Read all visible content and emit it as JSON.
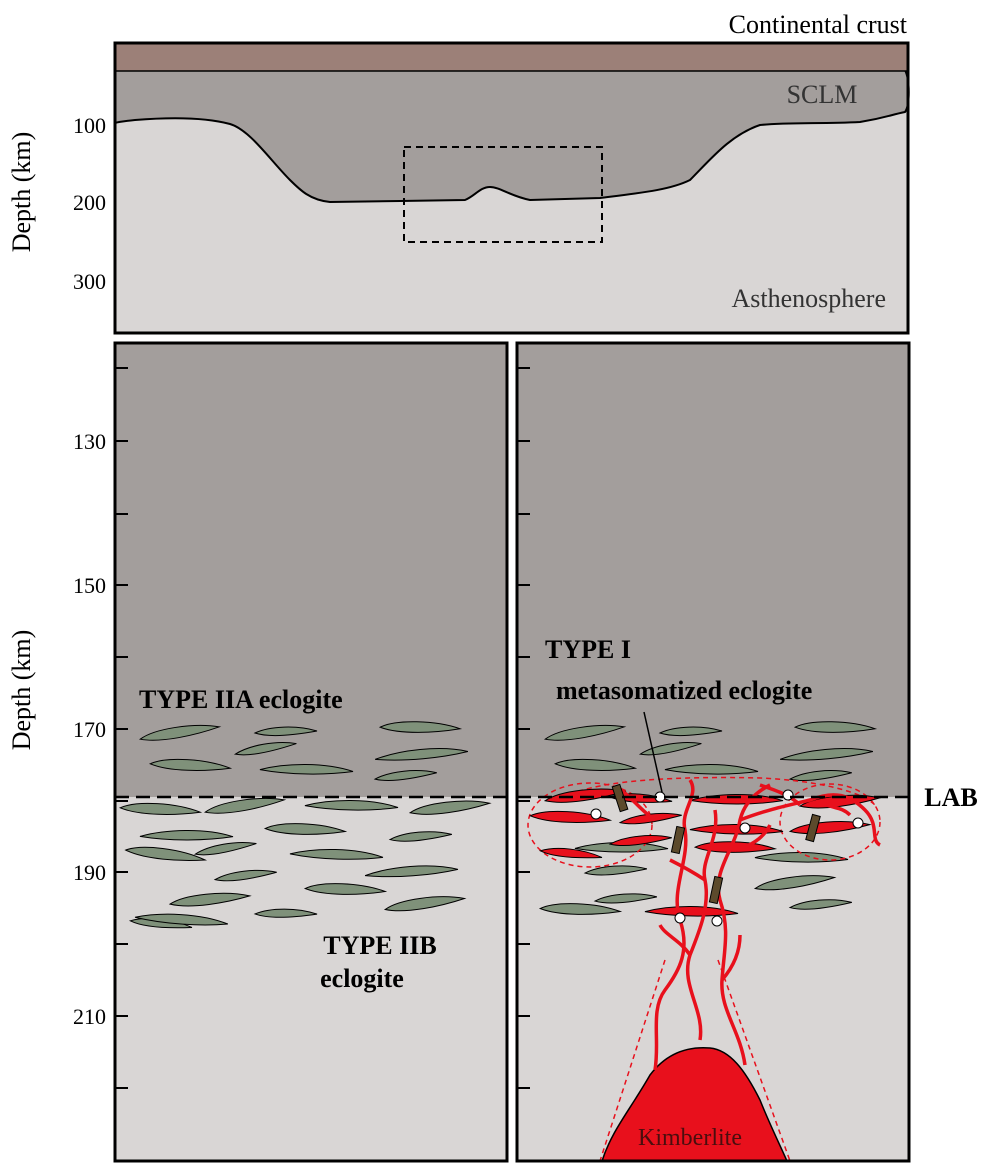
{
  "top_panel": {
    "crust_label": "Continental crust",
    "sclm_label": "SCLM",
    "asthenosphere_label": "Asthenosphere",
    "y_axis_label": "Depth (km)",
    "ticks": [
      "100",
      "200",
      "300"
    ]
  },
  "bottom_panels": {
    "y_axis_label": "Depth (km)",
    "ticks": [
      "130",
      "150",
      "170",
      "190",
      "210"
    ],
    "lab_label": "LAB",
    "type_iia_label": "TYPE IIA eclogite",
    "type_iib_line1": "TYPE IIB",
    "type_iib_line2": "eclogite",
    "type_i_line1": "TYPE I",
    "type_i_line2": "metasomatized eclogite",
    "kimberlite_label": "Kimberlite"
  },
  "colors": {
    "crust": "#9c8078",
    "sclm": "#a39e9c",
    "asthenosphere": "#d9d6d5",
    "eclogite": "#7f917a",
    "melt": "#e8101c",
    "vein_bar": "#5c4a2c",
    "outline": "#000000"
  }
}
